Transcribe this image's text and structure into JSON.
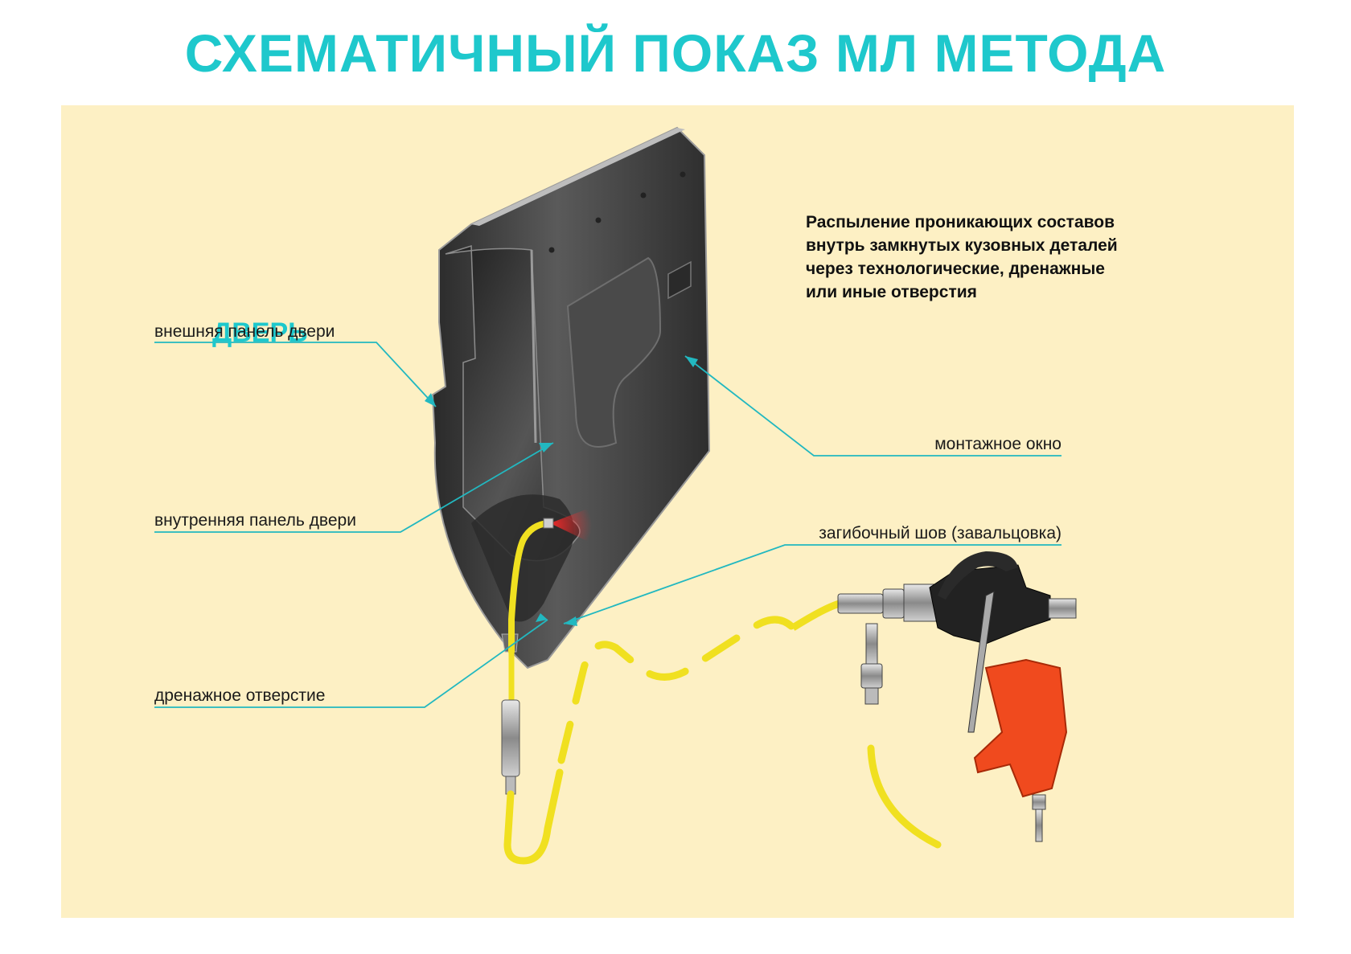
{
  "title": "СХЕМАТИЧНЫЙ ПОКАЗ МЛ МЕТОДА",
  "object_label": "ДВЕРЬ",
  "description": [
    "Распыление проникающих составов",
    "внутрь замкнутых кузовных деталей",
    "через технологические, дренажные",
    "или иные отверстия"
  ],
  "labels": {
    "outer_panel": "внешняя панель двери",
    "inner_panel": "внутренняя панель двери",
    "drain_hole": "дренажное отверстие",
    "mounting_window": "монтажное окно",
    "hem_seam": "загибочный шов (завальцовка)"
  },
  "colors": {
    "title": "#1ec8cc",
    "panel_bg": "#fdf0c4",
    "leader": "#22b8c0",
    "door": "#3b3b3b",
    "hose": "#f0e020",
    "gun_handle": "#f04a1e",
    "spray": "#e82a2a"
  },
  "icons": [
    "spray-gun-icon",
    "hose-icon",
    "door-panel-icon"
  ]
}
